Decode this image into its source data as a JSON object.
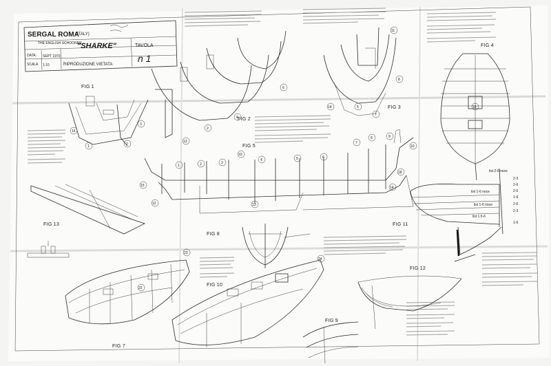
{
  "title_block": {
    "company": "SERGAL ROMA",
    "country": "(ITALY)",
    "subtitle": "THE ENGLISH SCHOONER",
    "ship_name": "\"SHARKE\"",
    "data_label": "DATA:",
    "data_value": "SEPT 1970",
    "scala_label": "SCALA",
    "scala_value": "1:10",
    "tavola_label": "TAVOLA",
    "tavola_value": "n 1",
    "notice": "RIPRODUZIONE VIETATA"
  },
  "figures": {
    "fig1": "FIG 1",
    "fig2": "FIG 2",
    "fig3": "FIG 3",
    "fig4": "FIG 4",
    "fig5": "FIG 5",
    "fig7": "FIG 7",
    "fig8": "FIG 8",
    "fig9": "FIG 9",
    "fig10": "FIG 10",
    "fig11": "FIG 11",
    "fig12": "FIG 12",
    "fig13": "FIG 13"
  },
  "part_numbers": {
    "p1": "1",
    "p2": "2",
    "p3": "3",
    "p4": "4",
    "p5": "5",
    "p6": "6",
    "p7": "7",
    "p8": "8",
    "p9": "9",
    "p10": "10",
    "p11": "11",
    "p12": "12",
    "p13": "13",
    "p14": "14",
    "p15": "15",
    "p16": "16",
    "p18": "18",
    "p19": "19",
    "p22": "22",
    "p23": "23",
    "p24": "24"
  },
  "listels": {
    "l1": "list 2-6 noce",
    "l2": "2-3",
    "l3": "2-6",
    "l4": "2-6",
    "l5": "1-6",
    "l6": "list 1-6 noce",
    "l7": "2-6",
    "l8": "list 1-6 noce",
    "l9": "2-3",
    "l10": "list 1.5-6",
    "l11": "1-6"
  }
}
